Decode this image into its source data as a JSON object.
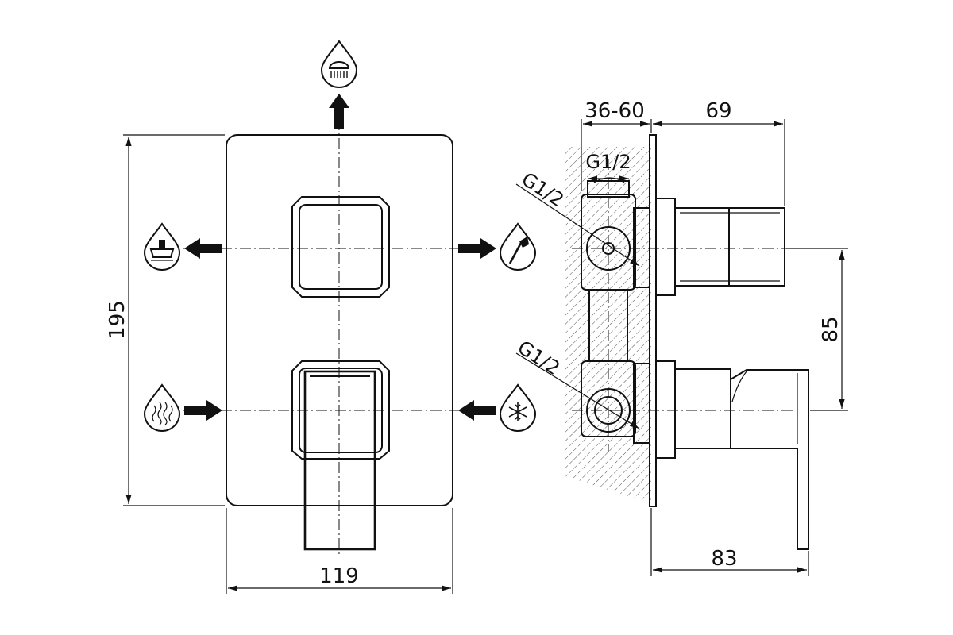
{
  "dimensions": {
    "height_front": "195",
    "width_front": "119",
    "depth_range": "36-60",
    "handle_depth": "69",
    "total_depth": "83",
    "axis_spacing": "85"
  },
  "thread_labels": {
    "top": "G1/2",
    "upper_left": "G1/2",
    "lower_left": "G1/2"
  },
  "icons": {
    "top_outlet": "rain-shower-icon",
    "left_outlet": "bathtub-icon",
    "right_outlet": "hand-shower-icon",
    "hot_inlet": "hot-water-icon",
    "cold_inlet": "cold-water-icon"
  }
}
